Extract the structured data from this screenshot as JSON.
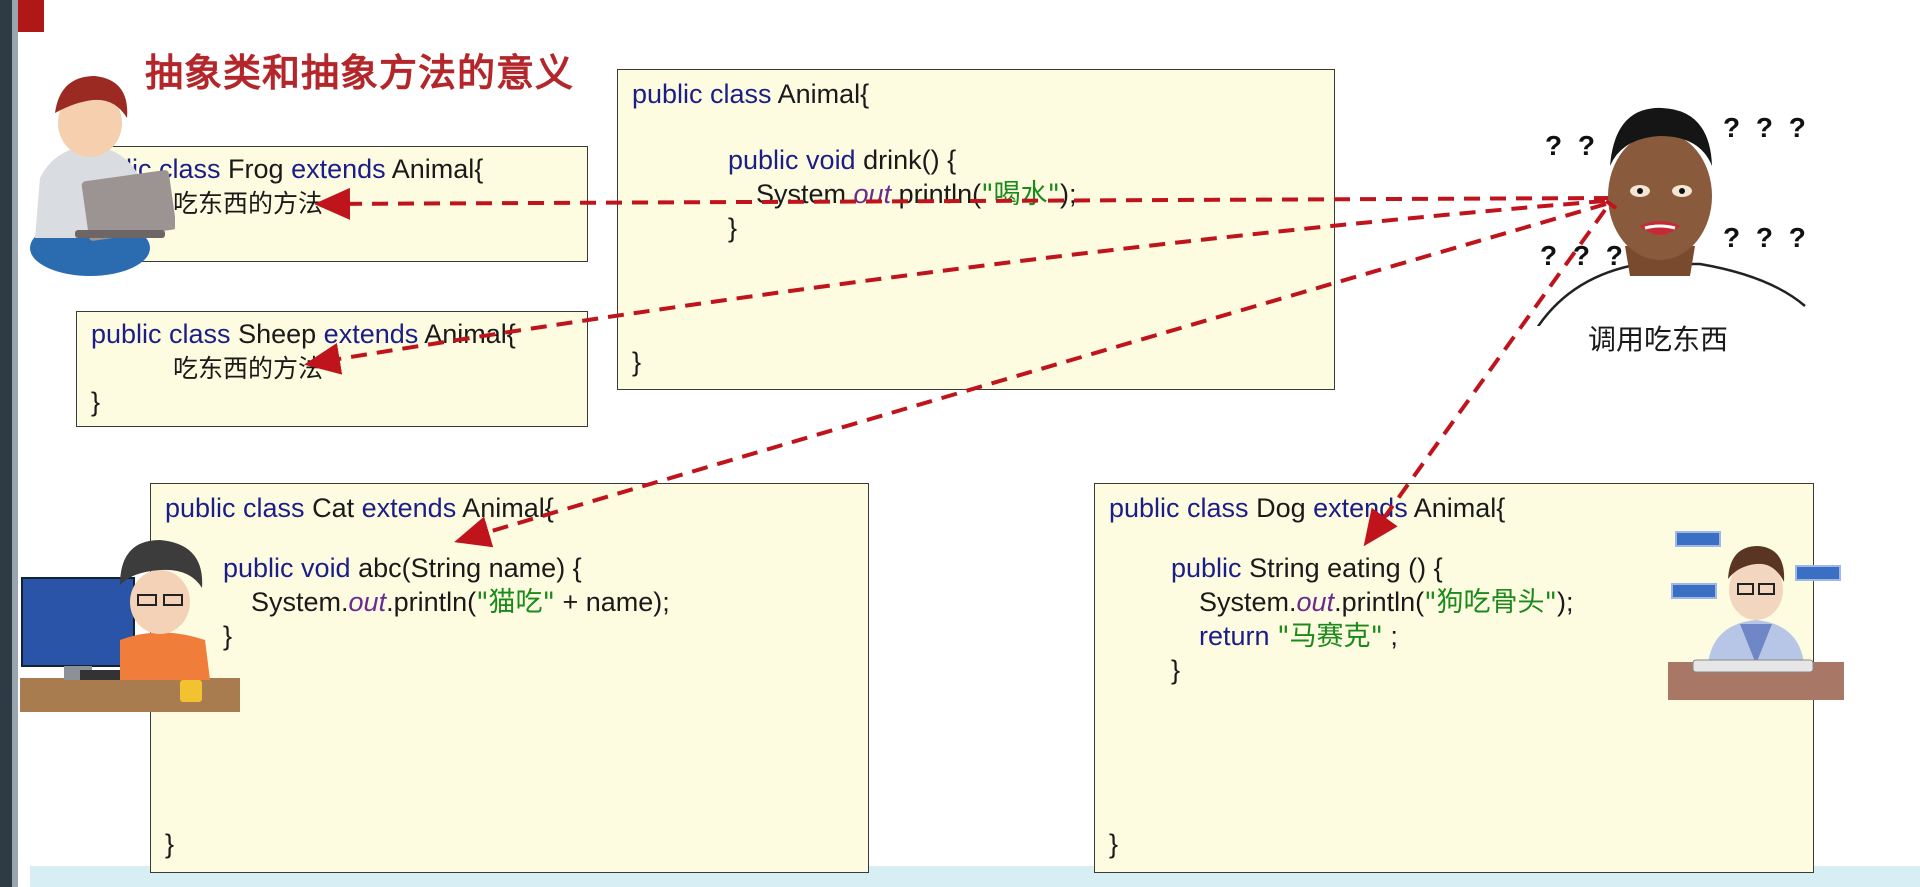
{
  "slide": {
    "title": "抽象类和抽象方法的意义"
  },
  "animal_box": {
    "l1_kw": "public class",
    "l1_name": "Animal{",
    "l2_kw": "public void",
    "l2_sig": "drink() {",
    "l3_a": "System.",
    "l3_b": "out",
    "l3_c": ".println(",
    "l3_str": "\"喝水\"",
    "l3_d": ");",
    "l4": "}",
    "l5": "}"
  },
  "frog_box": {
    "l1_kw": "blic class",
    "l1_name": "Frog",
    "l1_ext": "extends",
    "l1_parent": "Animal{",
    "l2": "吃东西的方法"
  },
  "sheep_box": {
    "l1_kw": "public class",
    "l1_name": "Sheep",
    "l1_ext": "extends",
    "l1_parent": "Animal{",
    "l2": "吃东西的方法",
    "l3": "}"
  },
  "cat_box": {
    "l1_kw": "public class",
    "l1_name": "Cat",
    "l1_ext": "extends",
    "l1_parent": "Animal{",
    "l2_kw": "public void",
    "l2_sig": "abc(String name) {",
    "l3_a": "System.",
    "l3_b": "out",
    "l3_c": ".println(",
    "l3_str": "\"猫吃\"",
    "l3_plus": "+",
    "l3_d": "name);",
    "l4": "}",
    "l5": "}"
  },
  "dog_box": {
    "l1_kw": "public class",
    "l1_name": "Dog",
    "l1_ext": "extends",
    "l1_parent": "Animal{",
    "l2_kw": "public",
    "l2_sig": "String eating () {",
    "l3_a": "System.",
    "l3_b": "out",
    "l3_c": ".println(",
    "l3_str": "\"狗吃骨头\"",
    "l3_d": ");",
    "l4_kw": "return",
    "l4_str": "\"马赛克\"",
    "l4_d": ";",
    "l5": "}",
    "l6": "}"
  },
  "caller": {
    "caption": "调用吃东西",
    "q1": "? ?",
    "q2": "? ? ?",
    "q3": "? ? ?",
    "q4": "? ? ?"
  },
  "colors": {
    "title": "#b3262a",
    "arrow": "#c0141c",
    "box_bg": "#fdfbe0",
    "keyword": "#1b1e88",
    "string": "#1a8a1a",
    "field": "#6b2b8e"
  },
  "icons": [
    "student-laptop-illustration",
    "confused-man-illustration",
    "programmer-monitor-illustration",
    "office-worker-illustration"
  ]
}
